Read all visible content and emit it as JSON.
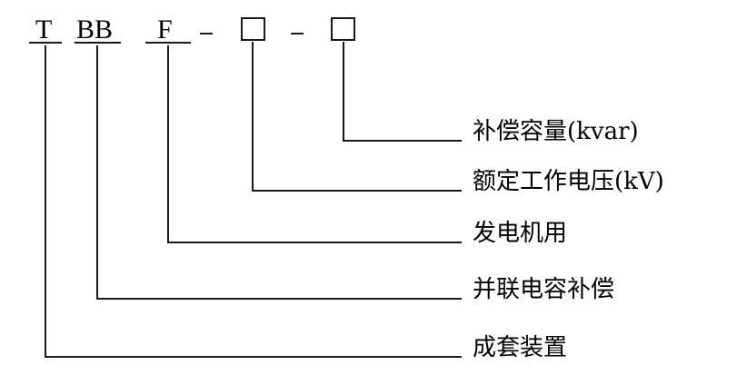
{
  "code_parts": [
    {
      "id": "t",
      "text": "T"
    },
    {
      "id": "bb",
      "text": "BB"
    },
    {
      "id": "f",
      "text": "F"
    },
    {
      "id": "dash1",
      "text": "-"
    },
    {
      "id": "box1",
      "text": ""
    },
    {
      "id": "dash2",
      "text": "-"
    },
    {
      "id": "box2",
      "text": ""
    }
  ],
  "labels": [
    {
      "id": "capacity",
      "text": "补偿容量(kvar)"
    },
    {
      "id": "voltage",
      "text": "额定工作电压(kV)"
    },
    {
      "id": "generator",
      "text": "发电机用"
    },
    {
      "id": "shunt",
      "text": "并联电容补偿"
    },
    {
      "id": "complete-set",
      "text": "成套装置"
    }
  ]
}
